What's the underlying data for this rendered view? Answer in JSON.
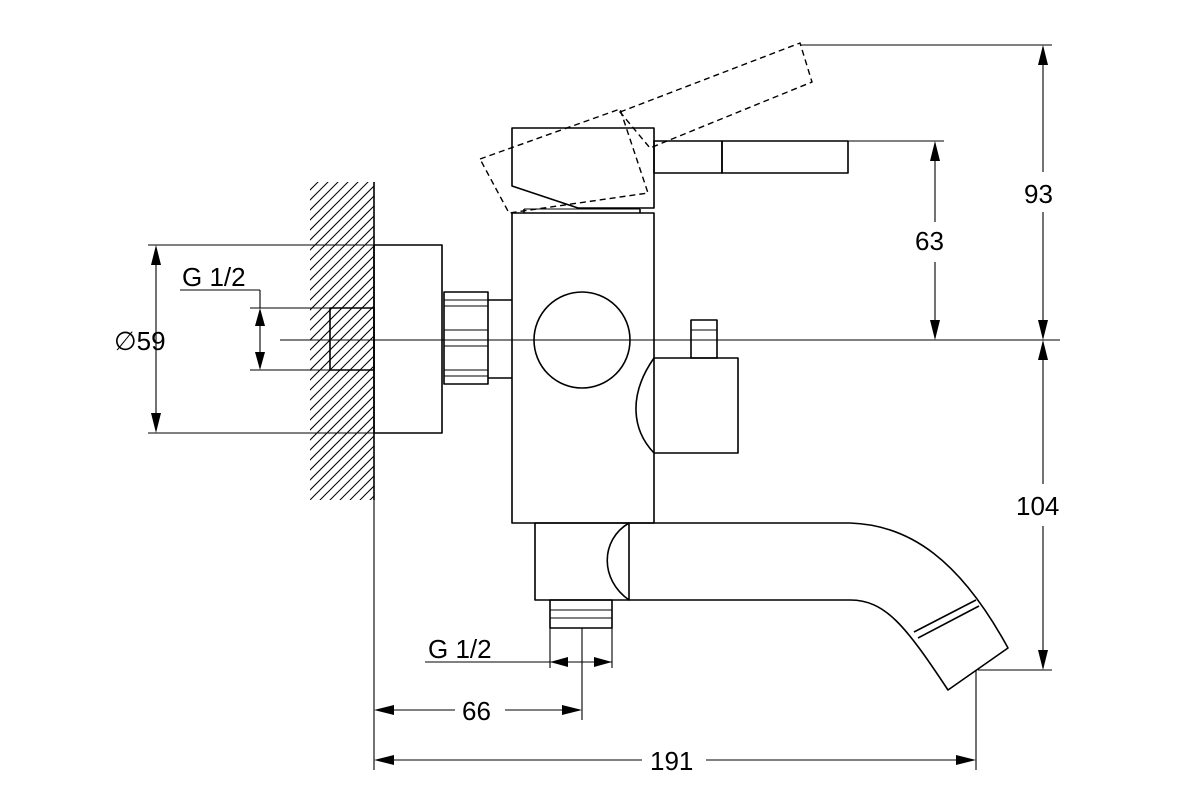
{
  "drawing": {
    "labels": {
      "thread_top": "G 1/2",
      "diameter": "∅59",
      "thread_bottom": "G 1/2",
      "dim_66": "66",
      "dim_191": "191",
      "dim_63": "63",
      "dim_93": "93",
      "dim_104": "104"
    }
  }
}
